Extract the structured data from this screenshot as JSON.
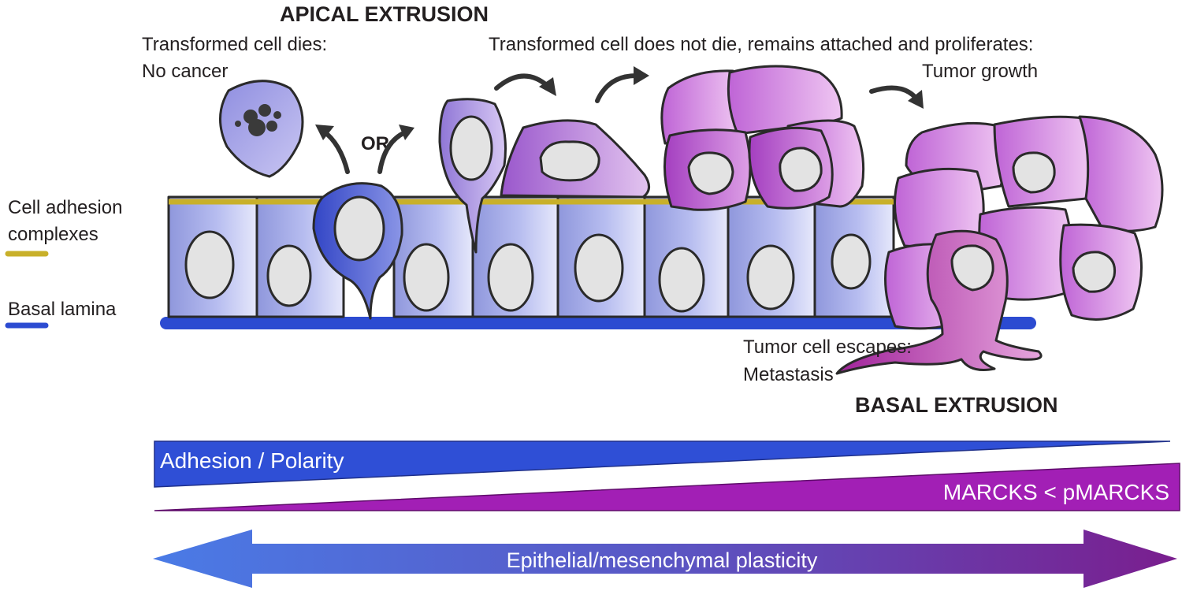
{
  "titles": {
    "apical": "APICAL EXTRUSION",
    "basal": "BASAL EXTRUSION"
  },
  "annotations": {
    "dies_line1": "Transformed cell dies:",
    "dies_line2": "No cancer",
    "or": "OR",
    "survives": "Transformed cell does not die, remains attached and proliferates:",
    "tumor_growth": "Tumor growth",
    "escape_line1": "Tumor cell escapes:",
    "escape_line2": "Metastasis"
  },
  "legend": {
    "adhesion_line1": "Cell adhesion",
    "adhesion_line2": "complexes",
    "adhesion_color": "#c8b02a",
    "basal_lamina": "Basal lamina",
    "basal_lamina_color": "#2c4bd1"
  },
  "gradients": {
    "adhesion_polarity": "Adhesion / Polarity",
    "adhesion_color": "#2f4fd6",
    "marcks": "MARCKS < pMARCKS",
    "marcks_color": "#a21fb5",
    "plasticity": "Epithelial/mesenchymal plasticity",
    "plasticity_start_color": "#4a7be6",
    "plasticity_end_color": "#7a1e8e"
  }
}
